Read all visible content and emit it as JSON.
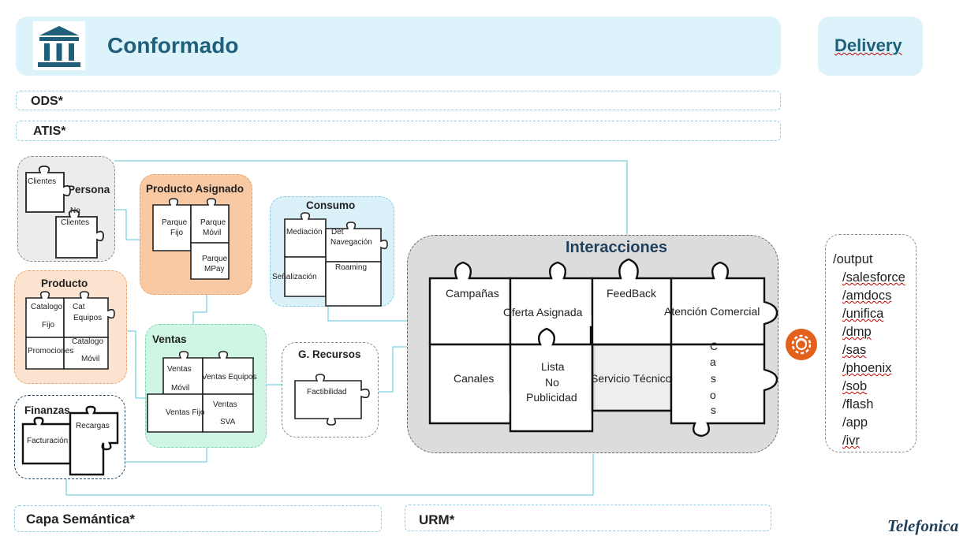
{
  "header": {
    "title": "Conformado",
    "delivery": "Delivery"
  },
  "layers": {
    "ods": "ODS*",
    "atis": "ATIS*",
    "capa_semantica": "Capa Semántica*",
    "urm": "URM*"
  },
  "persona": {
    "title": "Persona",
    "pieces": [
      "Clientes",
      "No",
      "Clientes"
    ]
  },
  "producto_asignado": {
    "title": "Producto  Asignado",
    "pieces": [
      "Parque",
      "Fijo",
      "Parque",
      "Móvil",
      "Parque",
      "MPay"
    ]
  },
  "producto": {
    "title": "Producto",
    "pieces": [
      "Catalogo",
      "Fijo",
      "Cat",
      "Equipos",
      "Catalogo",
      "Promociones",
      "Móvil"
    ]
  },
  "consumo": {
    "title": "Consumo",
    "pieces": [
      "Mediación",
      "Det",
      "Navegación",
      "Señalización",
      "Roaming"
    ]
  },
  "ventas": {
    "title": "Ventas",
    "pieces": [
      "Ventas",
      "Móvil",
      "Ventas Equipos",
      "Ventas Fijo",
      "Ventas",
      "SVA"
    ]
  },
  "g_recursos": {
    "title": "G. Recursos",
    "pieces": [
      "Factibilidad"
    ]
  },
  "finanzas": {
    "title": "Finanzas",
    "pieces": [
      "Recargas",
      "Facturación"
    ]
  },
  "interacciones": {
    "title": "Interacciones",
    "pieces": [
      "Campañas",
      "Oferta Asignada",
      "FeedBack",
      "Atención Comercial",
      "Canales",
      "Lista",
      "No",
      "Publicidad",
      "Servicio Técnico",
      "C",
      "a",
      "s",
      "o",
      "s"
    ]
  },
  "output": {
    "root": "/output",
    "items": [
      "/salesforce",
      "/amdocs",
      "/unifica",
      "/dmp",
      "/sas",
      "/phoenix",
      "/sob",
      "/flash",
      "/app",
      "/ivr"
    ]
  },
  "brand": {
    "logo_text": "Telefonica",
    "accent": "#1f5f7a",
    "connector": "#7fcfe0"
  },
  "icons": [
    "building-columns-icon",
    "gear-sync-icon"
  ]
}
